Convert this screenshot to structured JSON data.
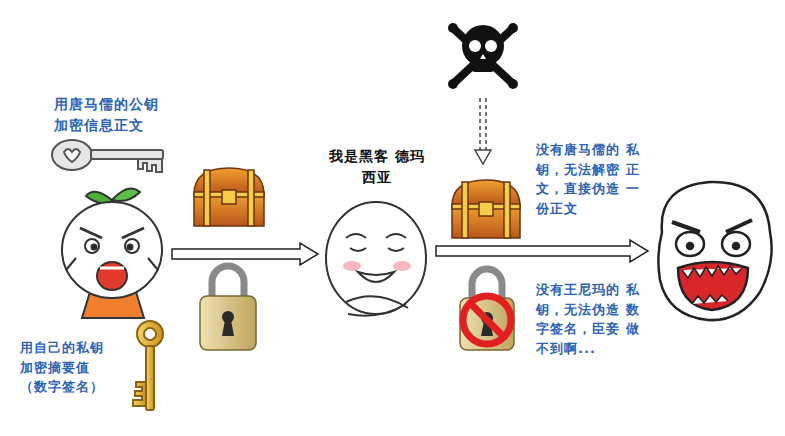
{
  "diagram": {
    "nodes": [
      {
        "text": [
          "用唐马儒的公钥 加密信息正文",
          "用自己的私钥 加密摘要值 （数字签名）"
        ]
      },
      {
        "text": [
          "我是黑客 德玛西亚"
        ]
      },
      {
        "text": [
          "没有唐马儒的 私钥，无法解密 正文，直接伪造 一份正文",
          "没有王尼玛的 私钥，无法伪造 数字签名，臣妾 做不到啊..."
        ]
      }
    ],
    "edges": [
      {
        "from": 0,
        "to": 1,
        "arrow": "to"
      },
      {
        "from": 1,
        "to": 2,
        "arrow": "to"
      }
    ]
  }
}
